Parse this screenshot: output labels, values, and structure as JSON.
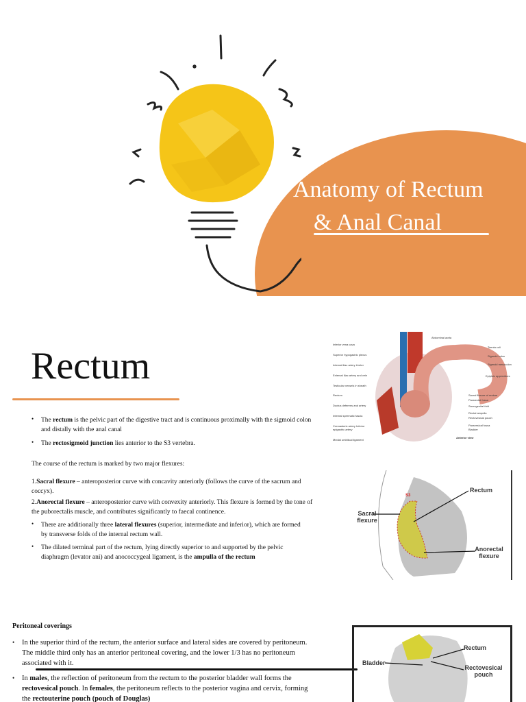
{
  "slide1": {
    "title_line1": "Anatomy of Rectum",
    "title_line2": "& Anal Canal",
    "accent_color": "#E8934F",
    "bulb_color": "#F5C518"
  },
  "slide2": {
    "heading": "Rectum",
    "bullets": [
      {
        "pre": "The ",
        "bold": "rectum",
        "post": " is the pelvic part of the digestive tract and is continuous proximally with the sigmoid colon and distally with the anal canal"
      },
      {
        "pre": "The ",
        "bold": "rectosigmoid junction",
        "post": " lies anterior to the  S3 vertebra."
      }
    ],
    "course_intro": "The course of the rectum is marked by two major flexures:",
    "flexures": [
      {
        "pre": "1.",
        "bold": "Sacral flexure",
        "post": " – anteroposterior curve with concavity anteriorly (follows the curve of the sacrum and coccyx)."
      },
      {
        "pre": "2.",
        "bold": "Anorectal flexure",
        "post": " – anteroposterior curve with convexity anteriorly. This flexure is formed by the tone of the puborectalis muscle, and contributes significantly to faecal continence."
      }
    ],
    "bullets2": [
      {
        "pre": " There are additionally three ",
        "bold": "lateral flexures",
        "post": " (superior, intermediate and inferior), which are formed by transverse folds of the internal rectum wall.",
        "bold2": ""
      },
      {
        "pre": "The dilated terminal part of the rectum, lying directly superior to and supported by the pelvic diaphragm (levator ani) and anococcygeal ligament, is the ",
        "bold": "ampulla of the rectum",
        "post": ""
      }
    ],
    "figure1_labels_left": [
      "Inferior vena cava",
      "Superior hypogastric plexus",
      "Internal iliac artery Ureter",
      "External iliac artery and vein",
      "Testicular vessels in sheath",
      "Rectum",
      "Ductus deferens and artery",
      "Internal spermatic fascia",
      "Cremasteric artery Inferior epigastric artery",
      "Medial umbilical ligament"
    ],
    "figure1_labels_right": [
      "Abdominal aorta",
      "Taenia coli",
      "Sigmoid colon",
      "Sigmoid mesocolon",
      "Epiploic appendices",
      "Sacral flexure of rectum",
      "Pararectal fossa",
      "Sacrogenital fold",
      "Rectal ampulla",
      "Rectovesical pouch",
      "Paravesical fossa",
      "Bladder"
    ],
    "figure1_caption": "Anterior view",
    "figure2_labels": {
      "s3": "S3",
      "rectum": "Rectum",
      "sacral": "Sacral flexure",
      "anorectal": "Anorectal flexure"
    }
  },
  "slide3": {
    "heading": "Peritoneal coverings",
    "bullet1": "In the superior third of the rectum, the anterior surface and lateral sides are covered by peritoneum. The middle third only has an anterior peritoneal covering, and the lower 1/3 has no peritoneum associated with it.",
    "bullet2": {
      "a": "In ",
      "b": "males",
      "c": ", the reflection of peritoneum from the rectum to the posterior bladder wall forms the ",
      "d": "rectovesical pouch",
      "e": ". In ",
      "f": "females",
      "g": ", the peritoneum reflects to the posterior vagina and cervix, forming the ",
      "h": "rectouterine pouch (pouch of Douglas)"
    },
    "figure_labels": {
      "rectum": "Rectum",
      "bladder": "Bladder",
      "pouch": "Rectovesical pouch"
    }
  }
}
